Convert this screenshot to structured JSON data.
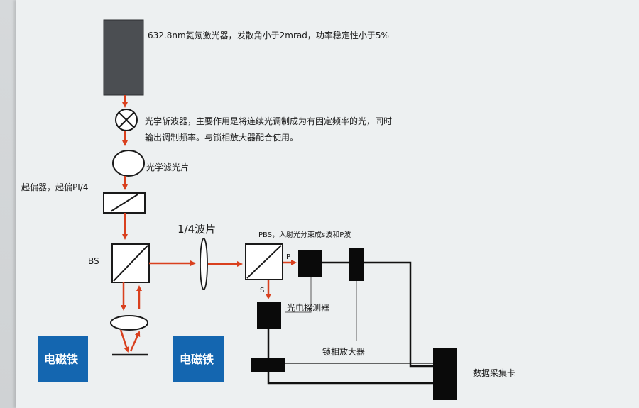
{
  "labels": {
    "laser": "632.8nm氦氖激光器，发散角小于2mrad，功率稳定性小于5%",
    "chopper_line1": "光学斩波器，主要作用是将连续光调制成为有固定频率的光，同时",
    "chopper_line2": "输出调制频率。与锁相放大器配合使用。",
    "filter": "光学滤光片",
    "polarizer": "起偏器，起偏PI/4",
    "quarter_wave": "1/4波片",
    "bs": "BS",
    "pbs": "PBS，入射光分束成s波和P波",
    "p_wave": "P",
    "s_wave": "S",
    "photodetector": "光电探测器",
    "lockin": "锁相放大器",
    "daq": "数据采集卡",
    "magnet_left": "电磁铁",
    "magnet_right": "电磁铁"
  },
  "colors": {
    "laser_body": "#4b4e52",
    "beam": "#d9401e",
    "magnet": "#1466b0",
    "device": "#0a0a0a",
    "wire": "#111111",
    "leader": "#5a5a5a"
  }
}
